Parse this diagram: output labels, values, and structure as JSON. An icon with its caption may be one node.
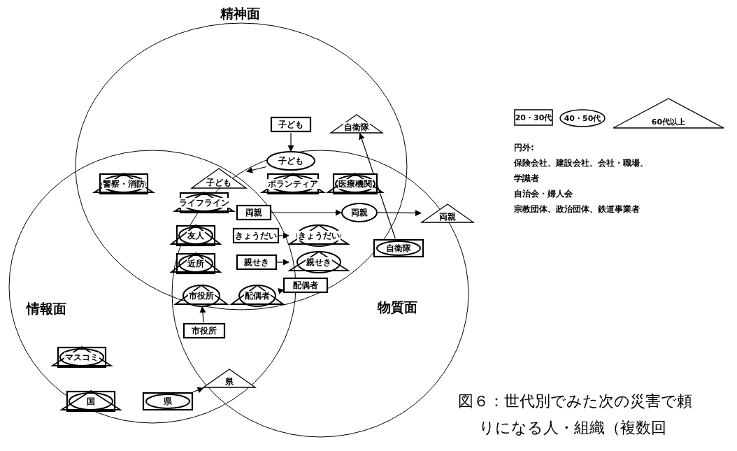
{
  "diagram": {
    "caption": "図６：世代別でみた次の災害で頼りになる人・組織（複数回",
    "nodes": [
      {
        "text": [
          "子ども"
        ]
      },
      {
        "text": [
          "自衛隊"
        ]
      },
      {
        "text": [
          "子ども"
        ]
      },
      {
        "text": [
          "警察・消防"
        ]
      },
      {
        "text": [
          "子ども"
        ]
      },
      {
        "text": [
          "ボランティア"
        ]
      },
      {
        "text": [
          "医療機関"
        ]
      },
      {
        "text": [
          "ライフライン"
        ]
      },
      {
        "text": [
          "両親"
        ]
      },
      {
        "text": [
          "両親"
        ]
      },
      {
        "text": [
          "両親"
        ]
      },
      {
        "text": [
          "友人"
        ]
      },
      {
        "text": [
          "きょうだい"
        ]
      },
      {
        "text": [
          "きょうだい"
        ]
      },
      {
        "text": [
          "自衛隊"
        ]
      },
      {
        "text": [
          "近所"
        ]
      },
      {
        "text": [
          "親せき"
        ]
      },
      {
        "text": [
          "親せき"
        ]
      },
      {
        "text": [
          "配偶者"
        ]
      },
      {
        "text": [
          "市役所"
        ]
      },
      {
        "text": [
          "配偶者"
        ]
      },
      {
        "text": [
          "市役所"
        ]
      },
      {
        "text": [
          "マスコミ"
        ]
      },
      {
        "text": [
          "国"
        ]
      },
      {
        "text": [
          "県"
        ]
      },
      {
        "text": [
          "県"
        ]
      }
    ],
    "edges": [
      {
        "from": 0,
        "to": 2,
        "arrow": "to"
      },
      {
        "from": 2,
        "to": 4,
        "arrow": "to"
      },
      {
        "from": 8,
        "to": 9,
        "arrow": "to"
      },
      {
        "from": 9,
        "to": 10,
        "arrow": "to"
      },
      {
        "from": 12,
        "to": 13,
        "arrow": "to"
      },
      {
        "from": 16,
        "to": 17,
        "arrow": "to"
      },
      {
        "from": 18,
        "to": 20,
        "arrow": "to"
      },
      {
        "from": 21,
        "to": 19,
        "arrow": "to"
      },
      {
        "from": 24,
        "to": 25,
        "arrow": "to"
      },
      {
        "from": 14,
        "to": 1,
        "arrow": "to"
      }
    ],
    "labels": [
      "精神面",
      "円外:",
      "保険会社、建設会社、会社・職場、",
      "学識者",
      "自治会・婦人会",
      "宗教団体、政治団体、鉄道事業者",
      "情報面",
      "物質面"
    ],
    "legend": [
      {
        "text": "20・30代"
      },
      {
        "text": "40・50代"
      },
      {
        "text": "60代以上"
      }
    ]
  }
}
